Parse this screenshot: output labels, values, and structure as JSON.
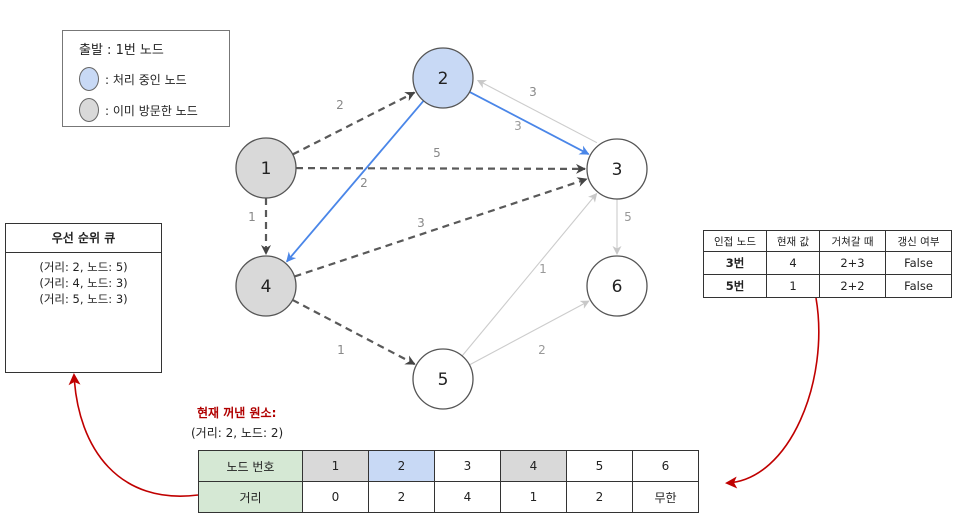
{
  "legend": {
    "start": "출발  : 1번 노드",
    "processing": ": 처리 중인 노드",
    "visited": ": 이미 방문한 노드",
    "processing_color": "#c8d9f5",
    "visited_color": "#d9d9d9"
  },
  "priority_queue": {
    "title": "우선 순위 큐",
    "items": [
      "(거리: 2, 노드: 5)",
      "(거리: 4, 노드: 3)",
      "(거리: 5, 노드: 3)"
    ]
  },
  "current": {
    "title": "현재 꺼낸 원소:",
    "value": "(거리: 2, 노드: 2)"
  },
  "graph": {
    "nodes": [
      {
        "id": "1",
        "label": "1",
        "state": "visited"
      },
      {
        "id": "2",
        "label": "2",
        "state": "processing"
      },
      {
        "id": "3",
        "label": "3",
        "state": "none"
      },
      {
        "id": "4",
        "label": "4",
        "state": "visited"
      },
      {
        "id": "5",
        "label": "5",
        "state": "none"
      },
      {
        "id": "6",
        "label": "6",
        "state": "none"
      }
    ],
    "edges": [
      {
        "from": "1",
        "to": "2",
        "weight": "2",
        "style": "dashed"
      },
      {
        "from": "1",
        "to": "3",
        "weight": "5",
        "style": "dashed"
      },
      {
        "from": "1",
        "to": "4",
        "weight": "1",
        "style": "dashed"
      },
      {
        "from": "2",
        "to": "3",
        "weight": "3",
        "style": "blue"
      },
      {
        "from": "2",
        "to": "4",
        "weight": "2",
        "style": "blue"
      },
      {
        "from": "3",
        "to": "2",
        "weight": "3",
        "style": "light"
      },
      {
        "from": "3",
        "to": "6",
        "weight": "5",
        "style": "light"
      },
      {
        "from": "4",
        "to": "3",
        "weight": "3",
        "style": "dashed"
      },
      {
        "from": "4",
        "to": "5",
        "weight": "1",
        "style": "dashed"
      },
      {
        "from": "5",
        "to": "3",
        "weight": "1",
        "style": "light"
      },
      {
        "from": "5",
        "to": "6",
        "weight": "2",
        "style": "light"
      }
    ]
  },
  "adjacency_table": {
    "headers": [
      "인접 노드",
      "현재 값",
      "거쳐갈 때",
      "갱신 여부"
    ],
    "rows": [
      [
        "3번",
        "4",
        "2+3",
        "False"
      ],
      [
        "5번",
        "1",
        "2+2",
        "False"
      ]
    ]
  },
  "distance_table": {
    "row1_label": "노드 번호",
    "row2_label": "거리",
    "nodes": [
      "1",
      "2",
      "3",
      "4",
      "5",
      "6"
    ],
    "distances": [
      "0",
      "2",
      "4",
      "1",
      "2",
      "무한"
    ],
    "node_states": [
      "visited",
      "processing",
      "none",
      "visited",
      "none",
      "none"
    ]
  },
  "colors": {
    "blue_edge": "#4a86e8",
    "dashed_edge": "#595959",
    "light_edge": "#cccccc",
    "red_arrow": "#c00000"
  }
}
